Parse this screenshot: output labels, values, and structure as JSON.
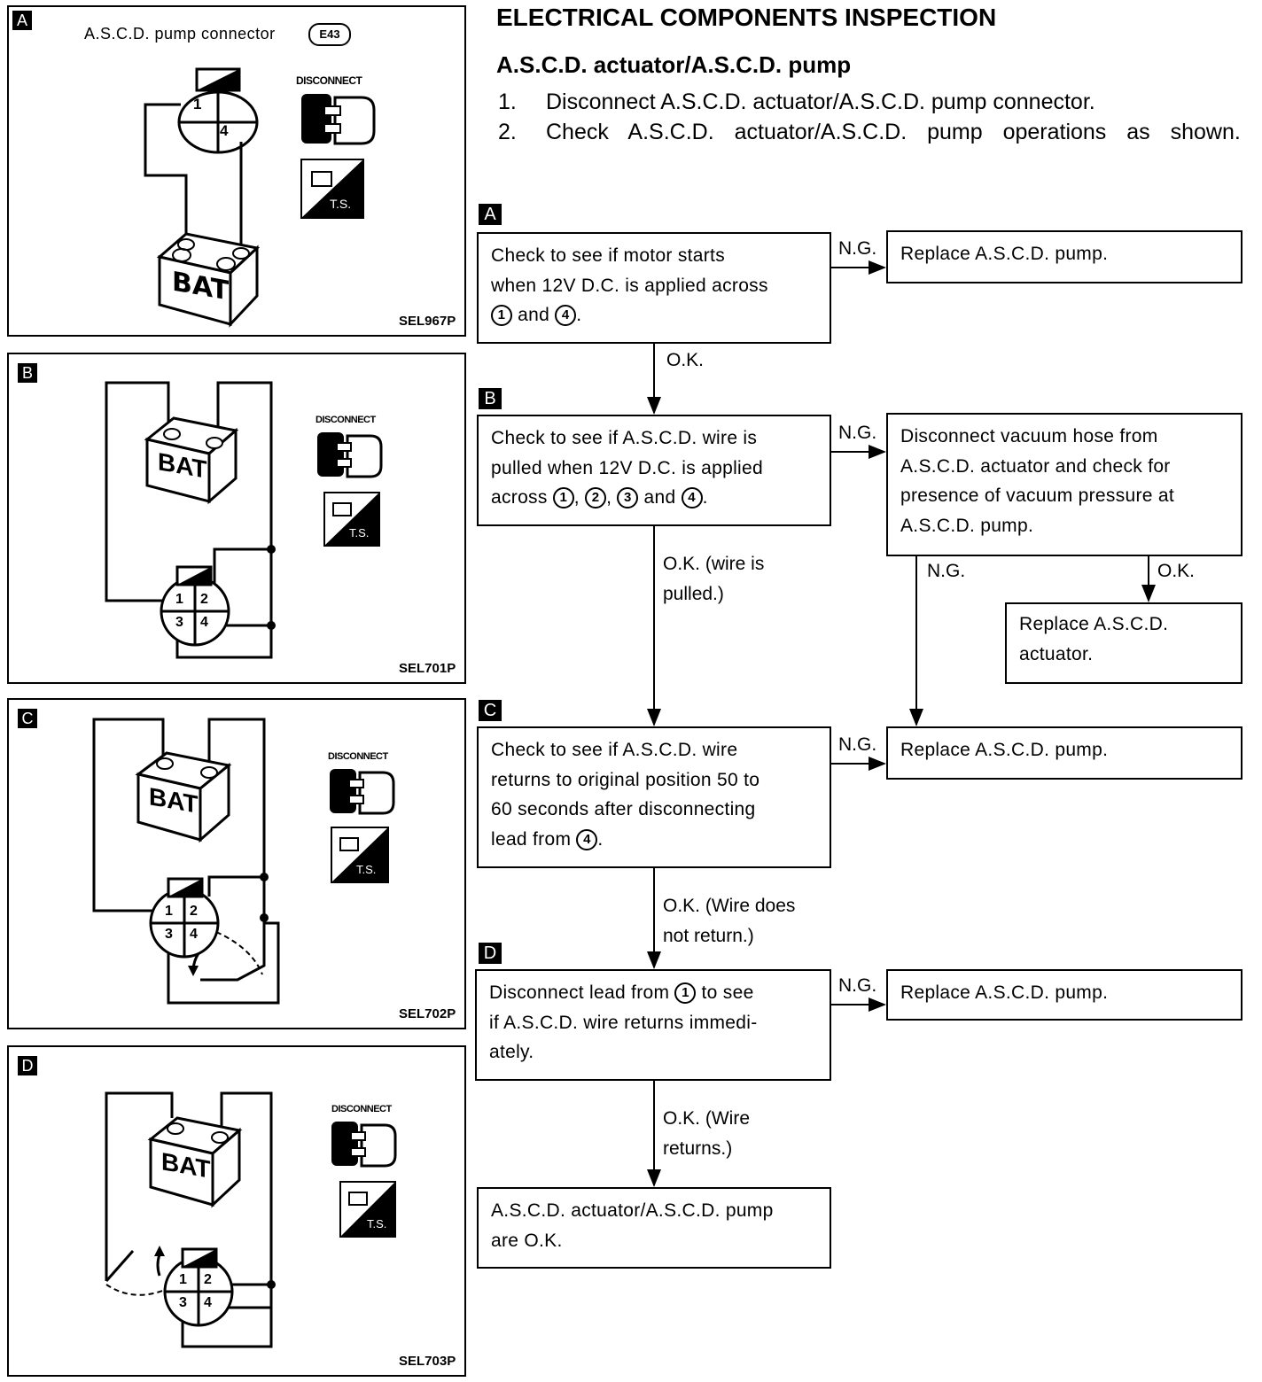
{
  "heading": "ELECTRICAL COMPONENTS INSPECTION",
  "subheading": "A.S.C.D. actuator/A.S.C.D. pump",
  "steps": [
    {
      "num": "1.",
      "text": "Disconnect A.S.C.D. actuator/A.S.C.D. pump connector."
    },
    {
      "num": "2.",
      "text": "Check A.S.C.D. actuator/A.S.C.D. pump operations as shown."
    }
  ],
  "figures": [
    {
      "letter": "A",
      "caption": "A.S.C.D. pump connector",
      "connector_id": "E43",
      "code": "SEL967P",
      "pins": [
        "1",
        "4"
      ]
    },
    {
      "letter": "B",
      "code": "SEL701P",
      "pins": [
        "1",
        "2",
        "3",
        "4"
      ]
    },
    {
      "letter": "C",
      "code": "SEL702P",
      "pins": [
        "1",
        "2",
        "3",
        "4"
      ]
    },
    {
      "letter": "D",
      "code": "SEL703P",
      "pins": [
        "1",
        "2",
        "3",
        "4"
      ]
    }
  ],
  "figure_common": {
    "battery": "BAT",
    "disconnect": "DISCONNECT",
    "ts": "T.S."
  },
  "flow": {
    "A": {
      "tag": "A",
      "text": [
        "Check to see if motor starts",
        "when 12V D.C. is applied across"
      ],
      "line3_pre": "",
      "pins": [
        "1",
        "4"
      ],
      "ng_label": "N.G.",
      "ng_result": "Replace A.S.C.D. pump.",
      "ok_label": "O.K."
    },
    "B": {
      "tag": "B",
      "text": [
        "Check to see if A.S.C.D. wire is",
        "pulled when 12V D.C. is applied"
      ],
      "line3_pre": "across",
      "pins": [
        "1",
        "2",
        "3",
        "4"
      ],
      "ng_label": "N.G.",
      "ng_result": [
        "Disconnect vacuum hose from",
        "A.S.C.D. actuator and check for",
        "presence of vacuum pressure at",
        "A.S.C.D. pump."
      ],
      "ok_label": [
        "O.K. (wire is",
        "pulled.)"
      ],
      "sub_ng_label": "N.G.",
      "sub_ok_label": "O.K.",
      "sub_ok_result": [
        "Replace A.S.C.D.",
        "actuator."
      ]
    },
    "C": {
      "tag": "C",
      "text": [
        "Check to see if A.S.C.D. wire",
        "returns to original position 50 to",
        "60 seconds after disconnecting"
      ],
      "line4_pre": "lead from",
      "pins": [
        "4"
      ],
      "ng_label": "N.G.",
      "ng_result": "Replace A.S.C.D. pump.",
      "ok_label": [
        "O.K. (Wire does",
        "not return.)"
      ]
    },
    "D": {
      "tag": "D",
      "line1_pre": "Disconnect lead from",
      "line1_post": "to see",
      "pins": [
        "1"
      ],
      "text": [
        "if A.S.C.D. wire returns immedi-",
        "ately."
      ],
      "ng_label": "N.G.",
      "ng_result": "Replace A.S.C.D. pump.",
      "ok_label": [
        "O.K. (Wire",
        "returns.)"
      ]
    },
    "final": [
      "A.S.C.D. actuator/A.S.C.D. pump",
      "are O.K."
    ]
  }
}
